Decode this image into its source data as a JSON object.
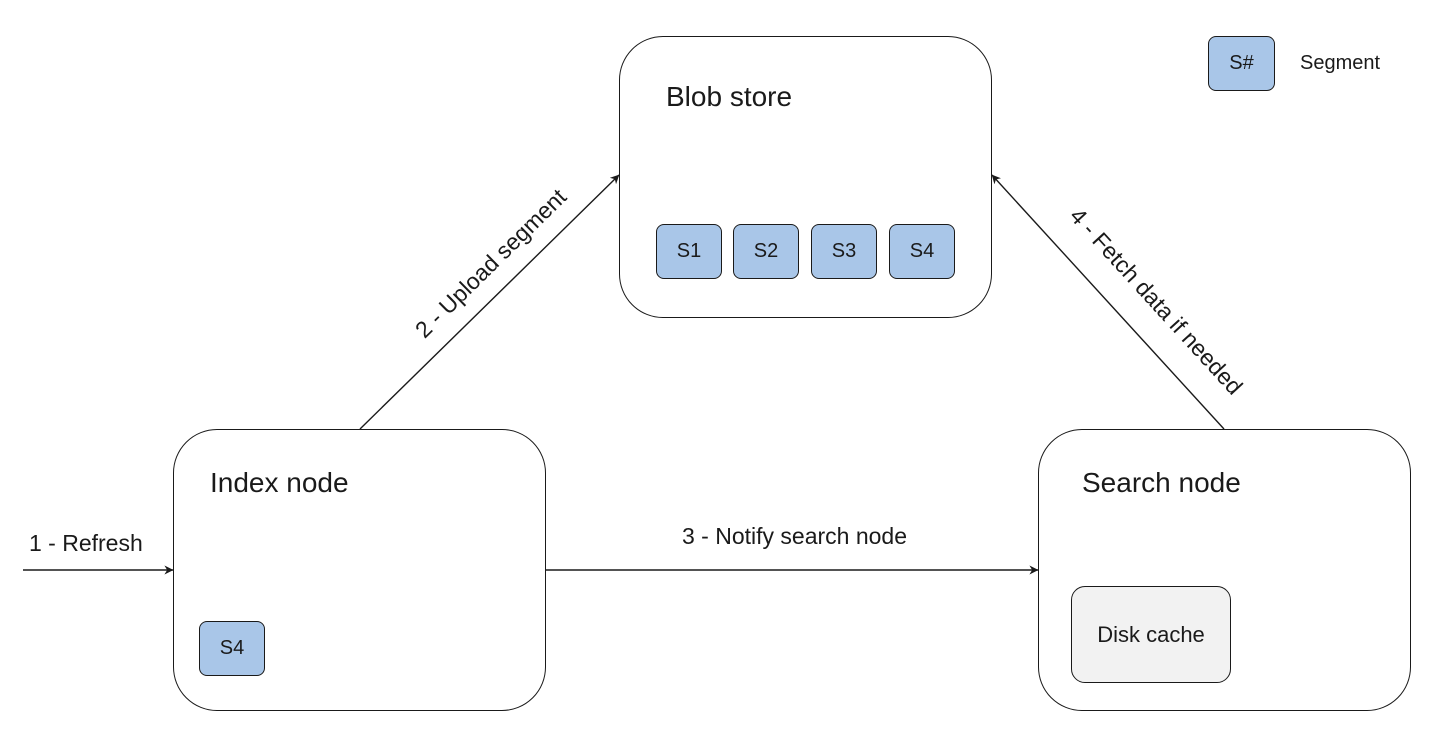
{
  "legend": {
    "swatch_text": "S#",
    "label": "Segment",
    "swatch_color": "#a9c6e8"
  },
  "nodes": {
    "blob_store": {
      "title": "Blob store",
      "segments": [
        "S1",
        "S2",
        "S3",
        "S4"
      ]
    },
    "index_node": {
      "title": "Index node",
      "segments": [
        "S4"
      ]
    },
    "search_node": {
      "title": "Search node",
      "cache_label": "Disk cache"
    }
  },
  "steps": {
    "refresh": "1 - Refresh",
    "upload": "2 - Upload segment",
    "notify": "3 - Notify search node",
    "fetch": "4 - Fetch data if needed"
  },
  "colors": {
    "segment_fill": "#a9c6e8",
    "cache_fill": "#f2f2f2",
    "stroke": "#1a1a1a"
  }
}
